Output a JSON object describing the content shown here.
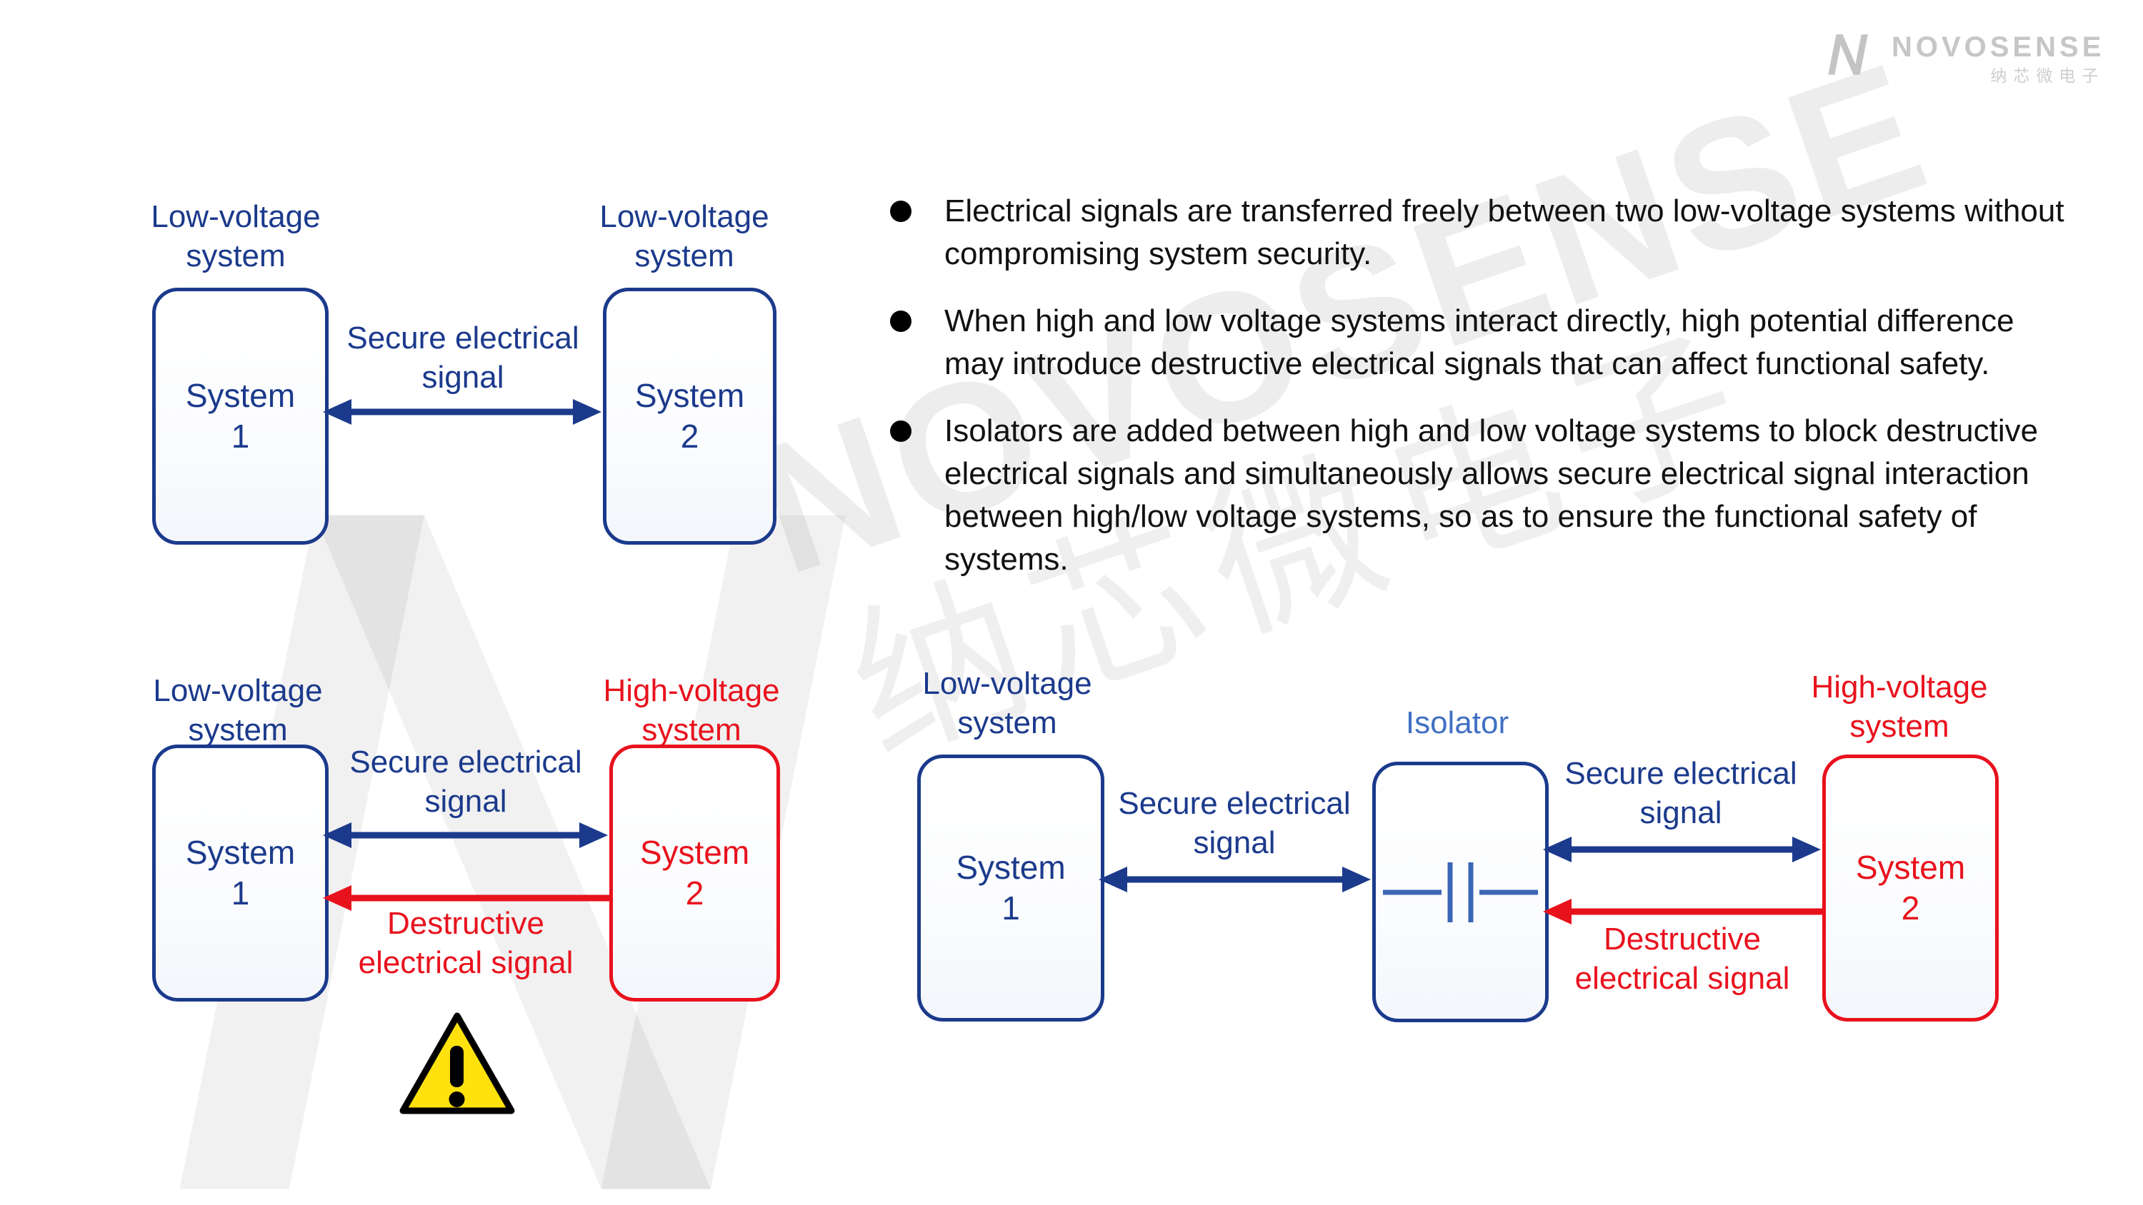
{
  "logo": {
    "brand": "NOVOSENSE",
    "brand_cn": "纳芯微电子"
  },
  "watermark": {
    "brand": "NOVOSENSE",
    "brand_cn": "纳芯微电子"
  },
  "colors": {
    "navy": "#1b3a8c",
    "red": "#e8121d",
    "isolator_label_blue": "#4170c4",
    "warning_yellow": "#ffe10d",
    "text_black": "#111111",
    "logo_gray": "#c6c6c6"
  },
  "bullets": [
    "Electrical signals are transferred freely between two low-voltage systems without compromising system security.",
    "When high and low voltage systems interact directly, high potential difference may introduce destructive electrical signals that can affect functional safety.",
    "Isolators are added between high and low voltage systems to block destructive electrical signals and simultaneously allows secure electrical signal interaction between high/low voltage systems, so as to ensure the functional safety of systems."
  ],
  "diagram_two_low_voltage": {
    "left_system_title": "Low-voltage\nsystem",
    "right_system_title": "Low-voltage\nsystem",
    "left_box_label": "System\n1",
    "right_box_label": "System\n2",
    "secure_signal_label": "Secure electrical\nsignal"
  },
  "diagram_direct_connection": {
    "left_system_title": "Low-voltage\nsystem",
    "right_system_title": "High-voltage\nsystem",
    "left_box_label": "System\n1",
    "right_box_label": "System\n2",
    "secure_signal_label": "Secure electrical\nsignal",
    "destructive_signal_label": "Destructive\nelectrical signal"
  },
  "diagram_with_isolator": {
    "left_system_title": "Low-voltage\nsystem",
    "isolator_title": "Isolator",
    "right_system_title": "High-voltage\nsystem",
    "left_box_label": "System\n1",
    "right_box_label": "System\n2",
    "secure_signal_label_left": "Secure electrical\nsignal",
    "secure_signal_label_right": "Secure electrical\nsignal",
    "destructive_signal_label": "Destructive\nelectrical signal"
  }
}
